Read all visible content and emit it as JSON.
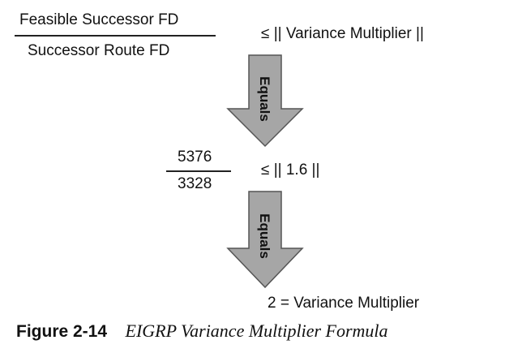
{
  "formula1": {
    "numerator": "Feasible Successor FD",
    "denominator": "Successor Route FD",
    "rhs": "≤ || Variance Multiplier ||"
  },
  "arrow1": {
    "label": "Equals"
  },
  "formula2": {
    "numerator": "5376",
    "denominator": "3328",
    "rhs": "≤ || 1.6 ||"
  },
  "arrow2": {
    "label": "Equals"
  },
  "result": {
    "text": "2 = Variance Multiplier"
  },
  "caption": {
    "number": "Figure 2-14",
    "title": "EIGRP Variance Multiplier Formula"
  },
  "colors": {
    "arrow_fill": "#a6a6a6",
    "arrow_stroke": "#555555"
  }
}
